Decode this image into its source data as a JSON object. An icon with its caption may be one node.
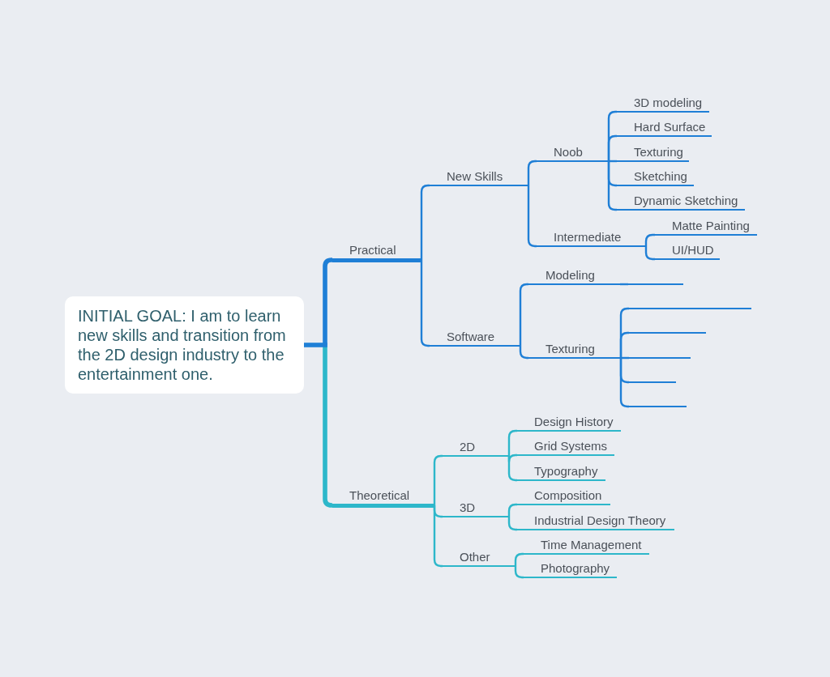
{
  "diagram": {
    "nodes": [
      {
        "text": [
          "INITIAL GOAL: I am to learn new skills and transition from the 2D design industry to the entertainment one."
        ]
      },
      {
        "text": [
          "Practical"
        ]
      },
      {
        "text": [
          "New Skills"
        ]
      },
      {
        "text": [
          "Noob"
        ]
      },
      {
        "text": [
          "3D modeling"
        ]
      },
      {
        "text": [
          "Hard Surface"
        ]
      },
      {
        "text": [
          "Texturing"
        ]
      },
      {
        "text": [
          "Sketching"
        ]
      },
      {
        "text": [
          "Dynamic Sketching"
        ]
      },
      {
        "text": [
          "Intermediate"
        ]
      },
      {
        "text": [
          "Matte Painting"
        ]
      },
      {
        "text": [
          "UI/HUD"
        ]
      },
      {
        "text": [
          "Software"
        ]
      },
      {
        "text": [
          "Modeling"
        ]
      },
      {
        "text": [],
        "shape": "line"
      },
      {
        "text": [
          "Texturing"
        ]
      },
      {
        "text": [],
        "shape": "line"
      },
      {
        "text": [],
        "shape": "line"
      },
      {
        "text": [],
        "shape": "line"
      },
      {
        "text": [],
        "shape": "line"
      },
      {
        "text": [],
        "shape": "line"
      },
      {
        "text": [
          "Theoretical"
        ]
      },
      {
        "text": [
          "2D"
        ]
      },
      {
        "text": [
          "Design History"
        ]
      },
      {
        "text": [
          "Grid Systems"
        ]
      },
      {
        "text": [
          "Typography"
        ]
      },
      {
        "text": [
          "3D"
        ]
      },
      {
        "text": [
          "Composition"
        ]
      },
      {
        "text": [
          "Industrial Design Theory"
        ]
      },
      {
        "text": [
          "Other"
        ]
      },
      {
        "text": [
          "Time Management"
        ]
      },
      {
        "text": [
          "Photography"
        ]
      }
    ],
    "edges": [
      {
        "from": 0,
        "to": 1,
        "arrow": "none",
        "style": "thick"
      },
      {
        "from": 1,
        "to": 2,
        "arrow": "none"
      },
      {
        "from": 2,
        "to": 3,
        "arrow": "none"
      },
      {
        "from": 3,
        "to": 4,
        "arrow": "none"
      },
      {
        "from": 3,
        "to": 5,
        "arrow": "none"
      },
      {
        "from": 3,
        "to": 6,
        "arrow": "none"
      },
      {
        "from": 3,
        "to": 7,
        "arrow": "none"
      },
      {
        "from": 3,
        "to": 8,
        "arrow": "none"
      },
      {
        "from": 2,
        "to": 9,
        "arrow": "none"
      },
      {
        "from": 9,
        "to": 10,
        "arrow": "none"
      },
      {
        "from": 9,
        "to": 11,
        "arrow": "none"
      },
      {
        "from": 1,
        "to": 12,
        "arrow": "none"
      },
      {
        "from": 12,
        "to": 13,
        "arrow": "none"
      },
      {
        "from": 13,
        "to": 14,
        "arrow": "none"
      },
      {
        "from": 12,
        "to": 15,
        "arrow": "none"
      },
      {
        "from": 15,
        "to": 16,
        "arrow": "none"
      },
      {
        "from": 15,
        "to": 17,
        "arrow": "none"
      },
      {
        "from": 15,
        "to": 18,
        "arrow": "none"
      },
      {
        "from": 15,
        "to": 19,
        "arrow": "none"
      },
      {
        "from": 15,
        "to": 20,
        "arrow": "none"
      },
      {
        "from": 0,
        "to": 21,
        "arrow": "none",
        "style": "thick",
        "color": "#2db7ca"
      },
      {
        "from": 21,
        "to": 22,
        "arrow": "none",
        "color": "#2db7ca"
      },
      {
        "from": 22,
        "to": 23,
        "arrow": "none",
        "color": "#2db7ca"
      },
      {
        "from": 22,
        "to": 24,
        "arrow": "none",
        "color": "#2db7ca"
      },
      {
        "from": 22,
        "to": 25,
        "arrow": "none",
        "color": "#2db7ca"
      },
      {
        "from": 21,
        "to": 26,
        "arrow": "none",
        "color": "#2db7ca"
      },
      {
        "from": 26,
        "to": 27,
        "arrow": "none",
        "color": "#2db7ca"
      },
      {
        "from": 26,
        "to": 28,
        "arrow": "none",
        "color": "#2db7ca"
      },
      {
        "from": 21,
        "to": 29,
        "arrow": "none",
        "color": "#2db7ca"
      },
      {
        "from": 29,
        "to": 30,
        "arrow": "none",
        "color": "#2db7ca"
      },
      {
        "from": 29,
        "to": 31,
        "arrow": "none",
        "color": "#2db7ca"
      }
    ]
  }
}
